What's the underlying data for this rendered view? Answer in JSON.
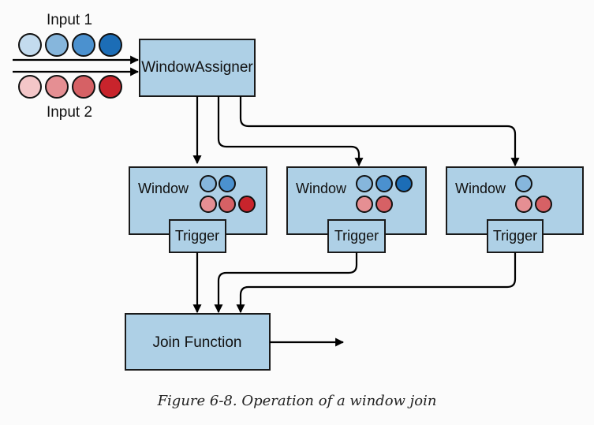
{
  "inputs": {
    "input1_label": "Input 1",
    "input2_label": "Input 2"
  },
  "assigner": {
    "label": "WindowAssigner"
  },
  "windows": [
    {
      "label": "Window",
      "trigger_label": "Trigger"
    },
    {
      "label": "Window",
      "trigger_label": "Trigger"
    },
    {
      "label": "Window",
      "trigger_label": "Trigger"
    }
  ],
  "join": {
    "label": "Join Function"
  },
  "caption": "Figure 6-8. Operation of a window join",
  "colors": {
    "box_fill": "#aed0e6",
    "blue_1": "#c3dbee",
    "blue_2": "#86b6dc",
    "blue_3": "#4b91cf",
    "blue_4": "#1c6db6",
    "red_1": "#f3c6c8",
    "red_2": "#e58f93",
    "red_3": "#d66165",
    "red_4": "#c8242c"
  }
}
